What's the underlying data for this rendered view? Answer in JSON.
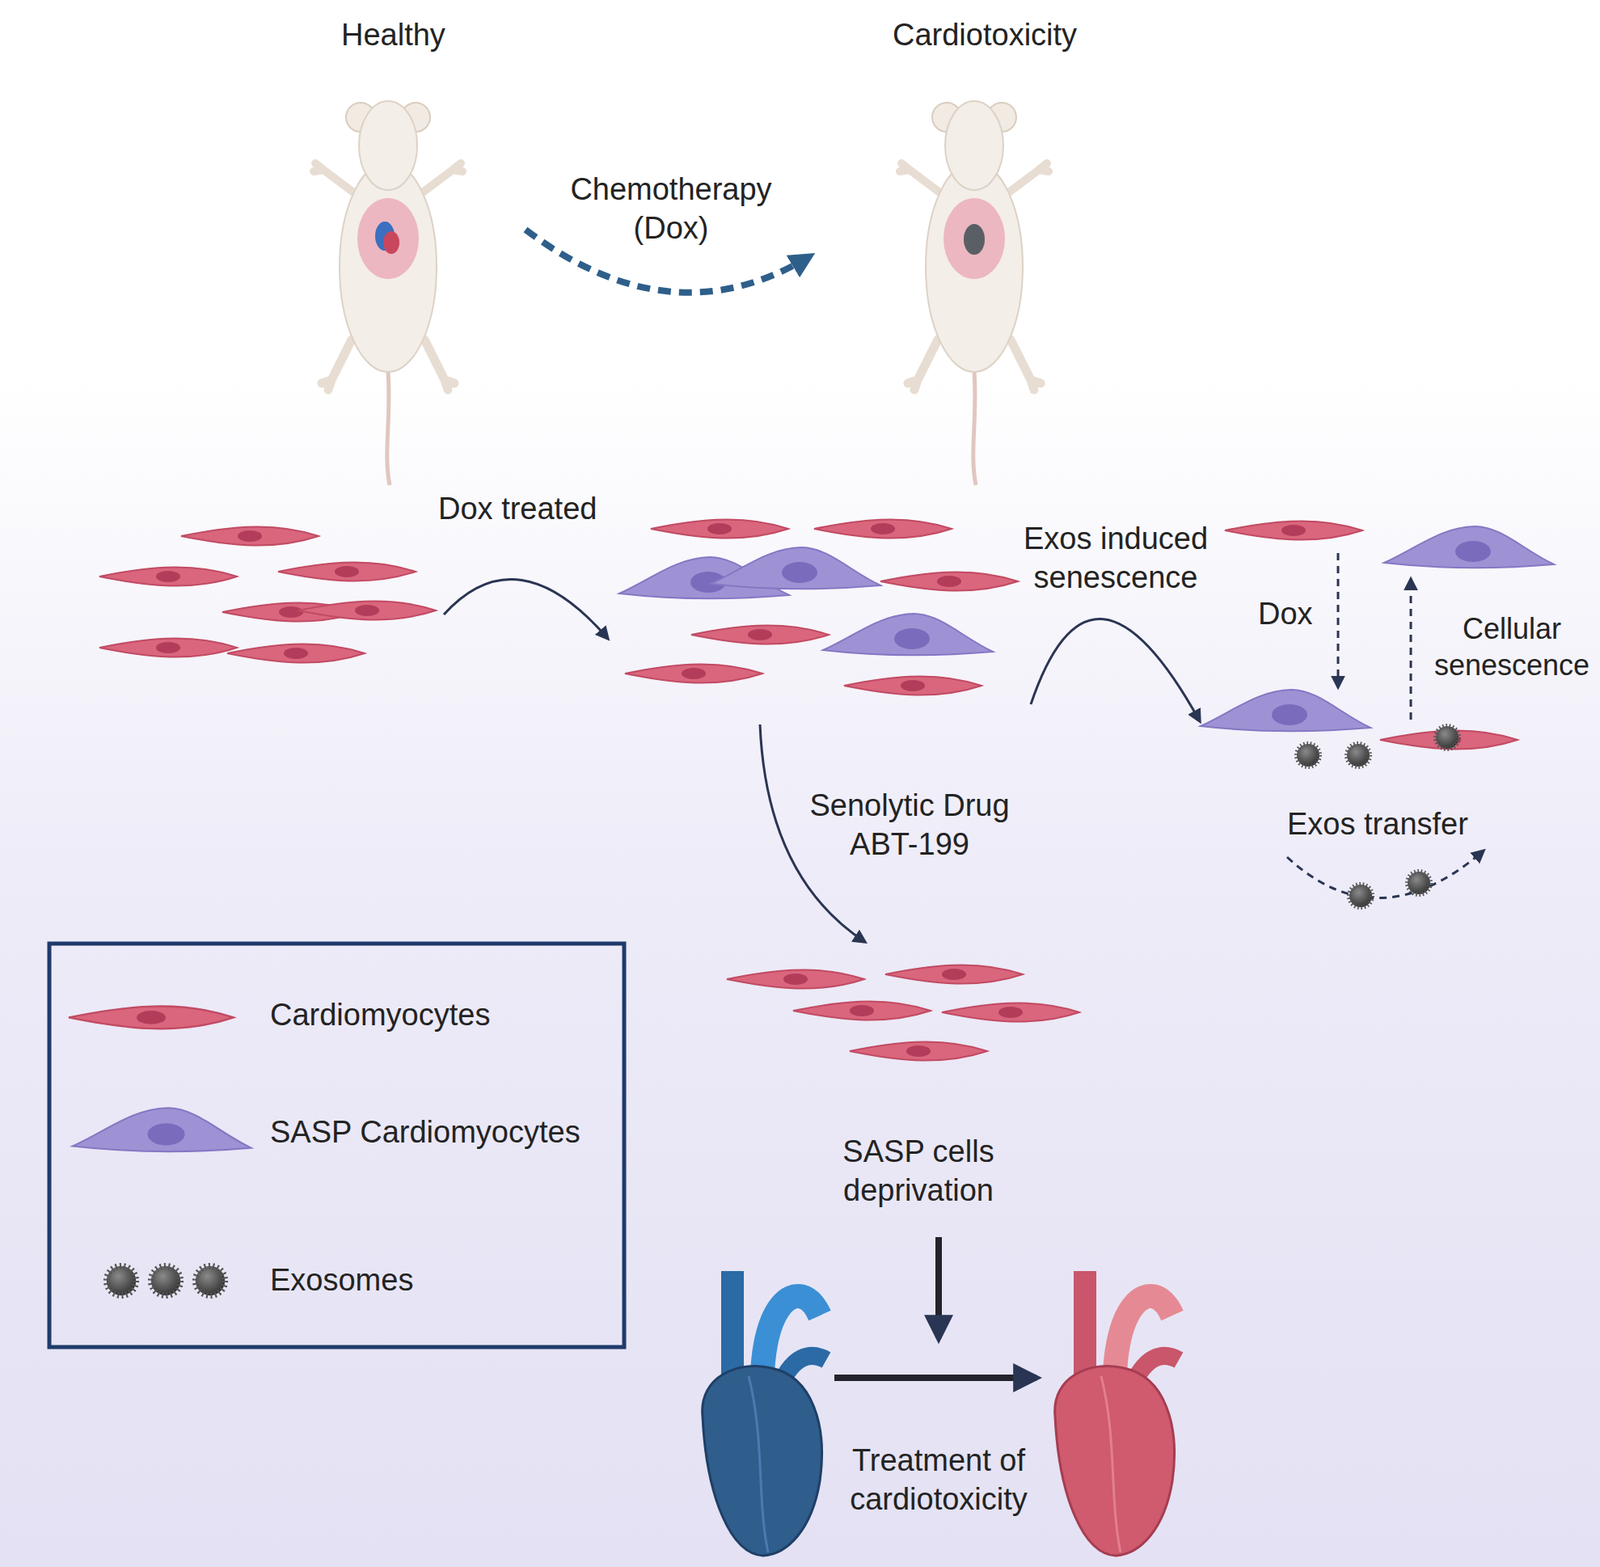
{
  "diagram": {
    "labels": [
      "Healthy",
      "Cardiotoxicity",
      "Chemotherapy (Dox)",
      "Dox treated",
      "Exos induced senescence",
      "Dox",
      "Cellular senescence",
      "Exos transfer",
      "Senolytic Drug ABT-199",
      "SASP cells deprivation",
      "Treatment of cardiotoxicity"
    ],
    "legend": [
      {
        "text": "Cardiomyocytes"
      },
      {
        "text": "SASP Cardiomyocytes"
      },
      {
        "text": "Exosomes"
      }
    ]
  }
}
